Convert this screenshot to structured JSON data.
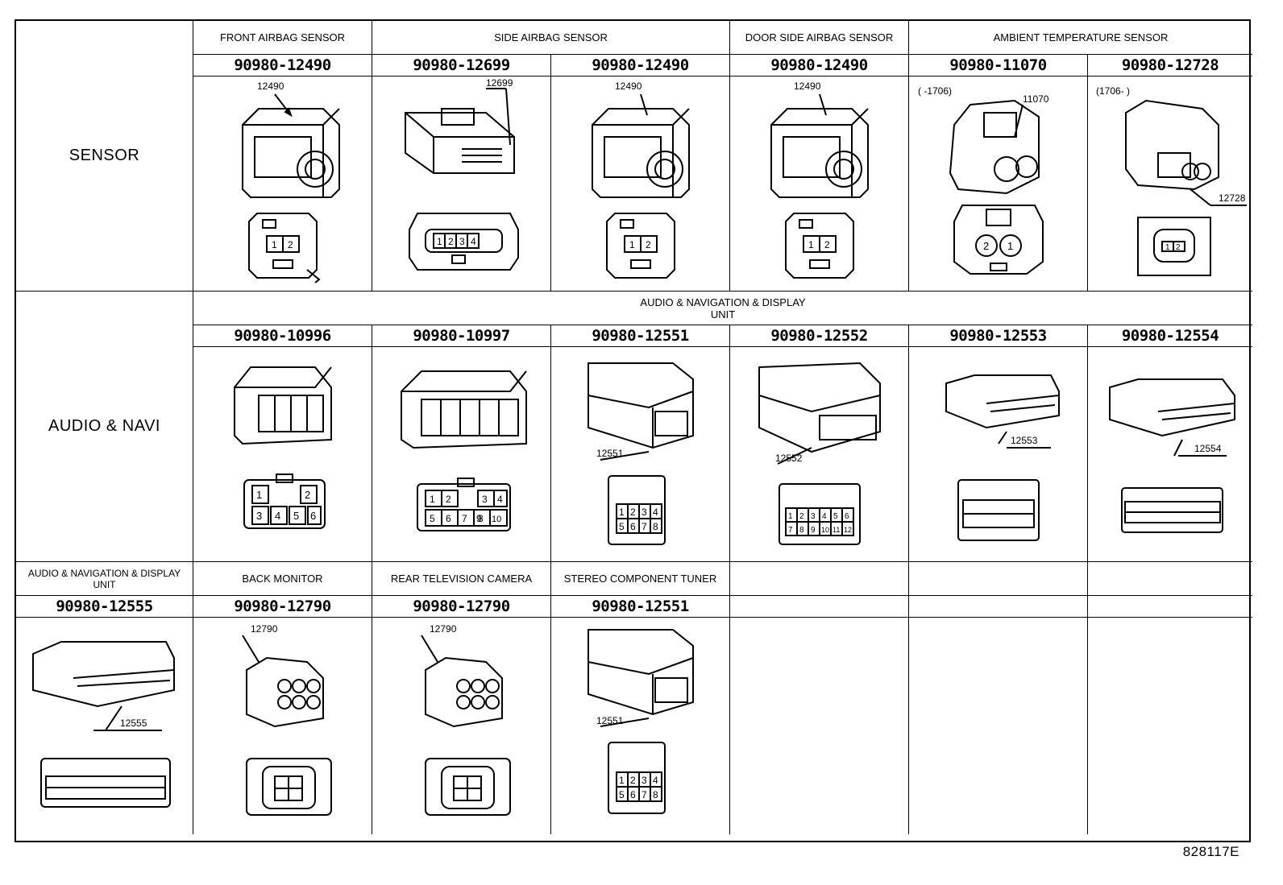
{
  "row_labels": {
    "sensor": "SENSOR",
    "audio_navi": "AUDIO & NAVI"
  },
  "section1": {
    "headers": [
      "FRONT AIRBAG SENSOR",
      "SIDE AIRBAG SENSOR",
      "DOOR SIDE AIRBAG SENSOR",
      "AMBIENT TEMPERATURE SENSOR"
    ],
    "parts": [
      "90980-12490",
      "90980-12699",
      "90980-12490",
      "90980-12490",
      "90980-11070",
      "90980-12728"
    ],
    "callouts": [
      "12490",
      "12699",
      "12490",
      "12490",
      "11070",
      "12728"
    ],
    "date_notes": [
      "(     -1706)",
      "(1706-     )"
    ],
    "pins": [
      [
        "1",
        "2"
      ],
      [
        "1",
        "2",
        "3",
        "4"
      ],
      [
        "1",
        "2"
      ],
      [
        "1",
        "2"
      ],
      [
        "2",
        "1"
      ],
      [
        "1",
        "2"
      ]
    ]
  },
  "section2": {
    "header": "AUDIO & NAVIGATION & DISPLAY UNIT",
    "parts": [
      "90980-10996",
      "90980-10997",
      "90980-12551",
      "90980-12552",
      "90980-12553",
      "90980-12554"
    ],
    "callouts": [
      "12551",
      "12552",
      "12553",
      "12554"
    ],
    "pins_10996": [
      "1",
      "2",
      "3",
      "4",
      "5",
      "6"
    ],
    "pins_10997": [
      "1",
      "2",
      "3",
      "4",
      "5",
      "6",
      "7",
      "8",
      "9",
      "10"
    ],
    "pins_12551": [
      "1",
      "2",
      "3",
      "4",
      "5",
      "6",
      "7",
      "8"
    ],
    "pins_12552": [
      "1",
      "2",
      "3",
      "4",
      "5",
      "6",
      "7",
      "8",
      "9",
      "10",
      "11",
      "12"
    ]
  },
  "section3": {
    "headers": [
      "AUDIO & NAVIGATION & DISPLAY UNIT",
      "BACK MONITOR",
      "REAR TELEVISION CAMERA",
      "STEREO COMPONENT TUNER"
    ],
    "parts": [
      "90980-12555",
      "90980-12790",
      "90980-12790",
      "90980-12551"
    ],
    "callouts": [
      "12555",
      "12790",
      "12790",
      "12551"
    ],
    "pins_12551": [
      "1",
      "2",
      "3",
      "4",
      "5",
      "6",
      "7",
      "8"
    ]
  },
  "figure_id": "828117E"
}
